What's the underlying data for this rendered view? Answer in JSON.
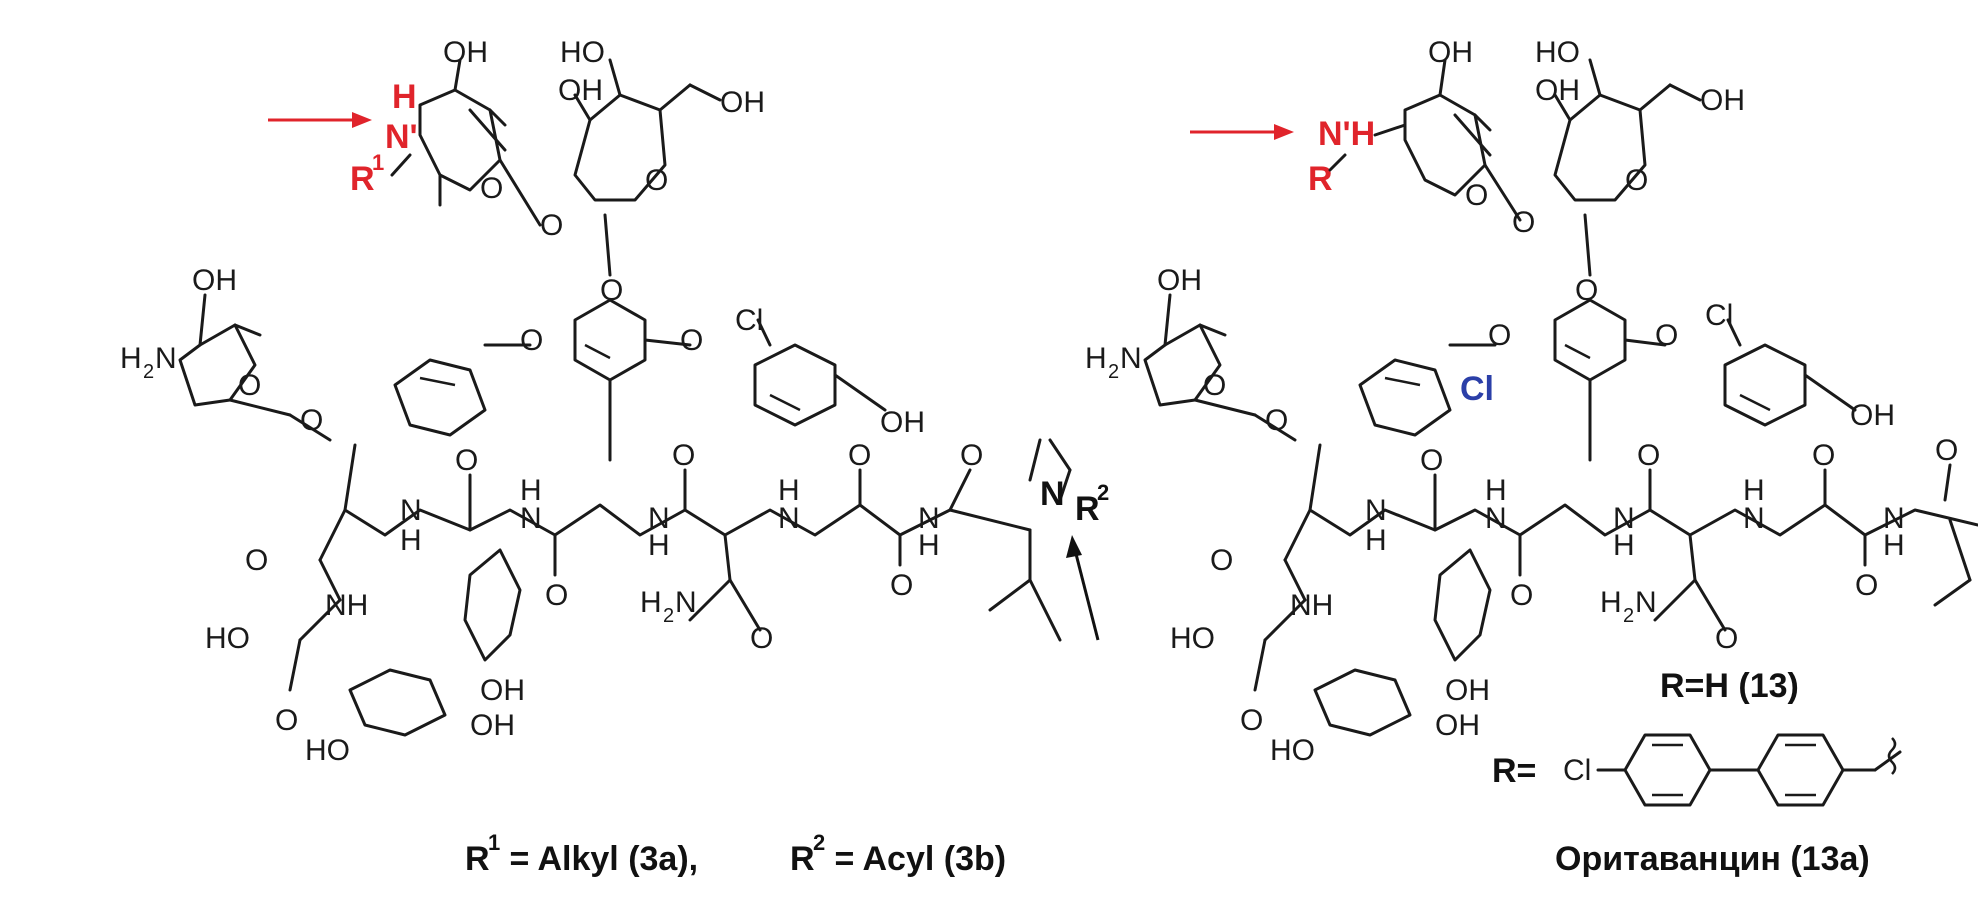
{
  "left_structure": {
    "n_prime_h": "H",
    "n_prime": "N'",
    "r1_label": "R",
    "r1_sup": "1",
    "r2_n": "N",
    "r2_label": "R",
    "r2_sup": "2",
    "cl": "Cl",
    "oh": "OH",
    "ho": "HO",
    "h2n": "H",
    "h2n_sub": "2",
    "h2n_n": "N",
    "nh": "NH",
    "o": "O",
    "h": "H",
    "n": "N",
    "caption_r1": "R",
    "caption_r1_sup": "1",
    "caption_part1": " = Alkyl (3a),",
    "caption_r2": "R",
    "caption_r2_sup": "2",
    "caption_part2": " = Acyl (3b)"
  },
  "right_structure": {
    "n_prime_h": "N'H",
    "r_label": "R",
    "cl_blue": "Cl",
    "cl": "Cl",
    "oh": "OH",
    "ho": "HO",
    "h2n": "H",
    "h2n_sub": "2",
    "h2n_n": "N",
    "nh": "NH",
    "o": "O",
    "h": "H",
    "n": "N",
    "r_eq_h": "R=H (13)",
    "r_eq": "R=",
    "cl_sub": "Cl",
    "caption": "Оритаванцин (13a)"
  },
  "colors": {
    "accent_red": "#e0242b",
    "accent_blue": "#2b3fa8",
    "bond": "#1a1a1a"
  }
}
